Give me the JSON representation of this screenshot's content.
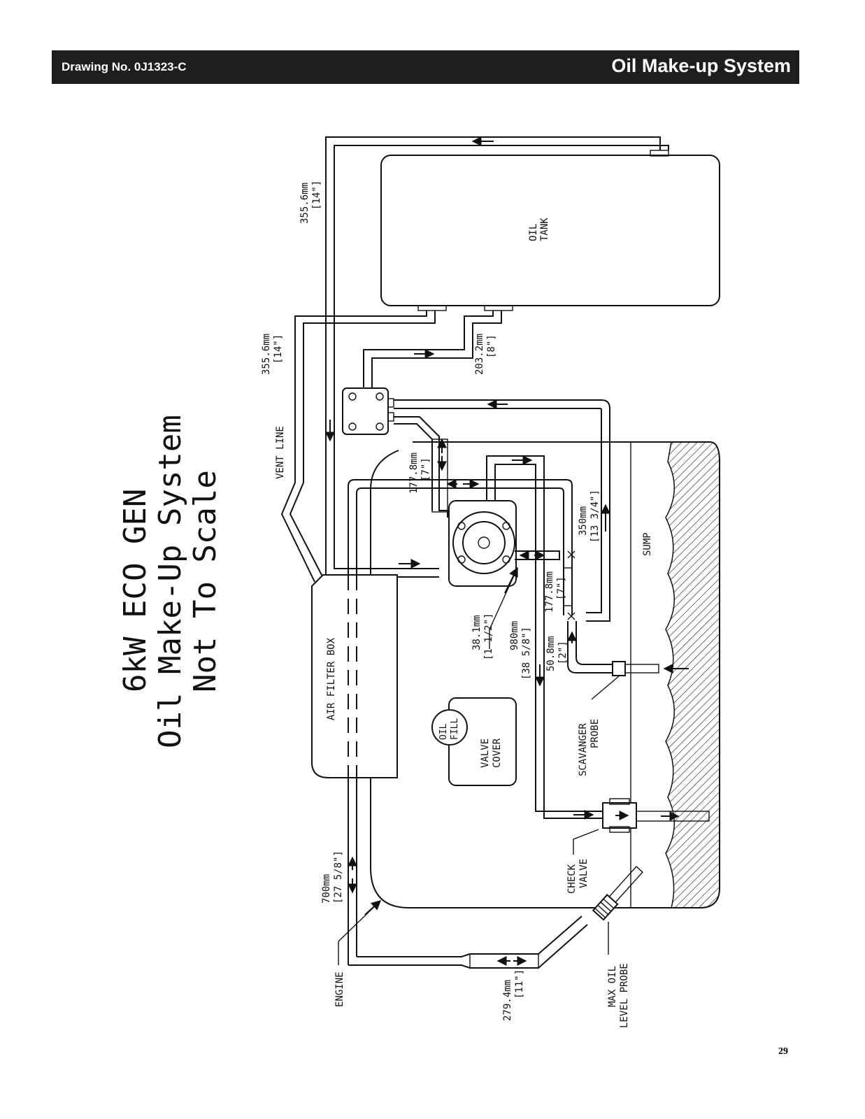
{
  "header": {
    "drawing_no": "Drawing No. 0J1323-C",
    "section_title": "Oil Make-up System"
  },
  "page_number": "29",
  "diagram": {
    "title_lines": [
      "6kW ECO GEN",
      "Oil Make-Up System",
      "Not To Scale"
    ],
    "labels": {
      "oil_tank": [
        "OIL",
        "TANK"
      ],
      "air_filter_box": "AIR FILTER BOX",
      "vent_line": "VENT LINE",
      "oil_fill": [
        "OIL",
        "FILL"
      ],
      "valve_cover": [
        "VALVE",
        "COVER"
      ],
      "sump": "SUMP",
      "scavanger_probe": [
        "SCAVANGER",
        "PROBE"
      ],
      "check_valve": [
        "CHECK",
        "VALVE"
      ],
      "engine": "ENGINE",
      "max_oil_level_probe": [
        "MAX OIL",
        "LEVEL PROBE"
      ]
    },
    "dimensions": {
      "d_355_top": [
        "355.6mm",
        "[14\"]"
      ],
      "d_355_vent": [
        "355.6mm",
        "[14\"]"
      ],
      "d_203": [
        "203.2mm",
        "[8\"]"
      ],
      "d_177_upper": [
        "177.8mm",
        "[7\"]"
      ],
      "d_350": [
        "350mm",
        "[13 3/4\"]"
      ],
      "d_177_lower": [
        "177.8mm",
        "[7\"]"
      ],
      "d_38": [
        "38.1mm",
        "[1 1/2\"]"
      ],
      "d_980": [
        "980mm",
        "[38 5/8\"]"
      ],
      "d_50": [
        "50.8mm",
        "[2\"]"
      ],
      "d_700": [
        "700mm",
        "[27 5/8\"]"
      ],
      "d_279": [
        "279.4mm",
        "[11\"]"
      ]
    }
  }
}
